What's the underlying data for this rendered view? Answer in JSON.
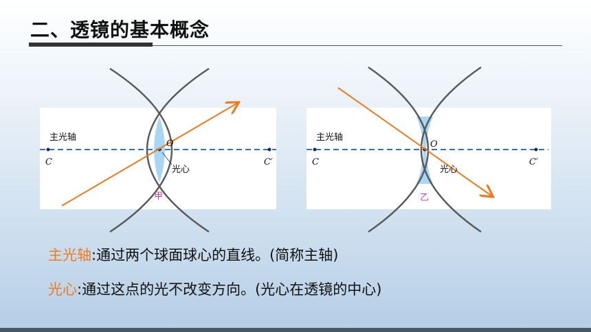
{
  "title": "二、透镜的基本概念",
  "figure_left": {
    "axis_label": "主光轴",
    "point_c": "C",
    "point_c_prime": "C′",
    "point_o": "O",
    "optical_center_label": "光心",
    "caption": "甲"
  },
  "figure_right": {
    "axis_label": "主光轴",
    "point_c": "C",
    "point_c_prime": "C′",
    "point_o": "O",
    "optical_center_label": "光心",
    "caption": "乙"
  },
  "definitions": [
    {
      "term": "主光轴",
      "text": ":通过两个球面球心的直线。(简称主轴)"
    },
    {
      "term": "光心",
      "text": ":通过这点的光不改变方向。(光心在透镜的中心)"
    }
  ],
  "colors": {
    "accent": "#f07a1c",
    "axis": "#2f6fd0",
    "lens_fill": "#a9d7f3",
    "arc": "#5a5a5a",
    "caption": "#e0409a"
  }
}
